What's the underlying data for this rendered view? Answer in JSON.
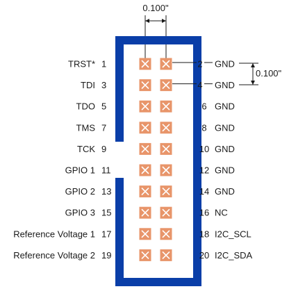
{
  "dimensions": {
    "top_pitch": "0.100\"",
    "side_pitch": "0.100\""
  },
  "left_pins": [
    {
      "name": "TRST*",
      "number": "1"
    },
    {
      "name": "TDI",
      "number": "3"
    },
    {
      "name": "TDO",
      "number": "5"
    },
    {
      "name": "TMS",
      "number": "7"
    },
    {
      "name": "TCK",
      "number": "9"
    },
    {
      "name": "GPIO 1",
      "number": "11"
    },
    {
      "name": "GPIO 2",
      "number": "13"
    },
    {
      "name": "GPIO 3",
      "number": "15"
    },
    {
      "name": "Reference Voltage 1",
      "number": "17"
    },
    {
      "name": "Reference Voltage 2",
      "number": "19"
    }
  ],
  "right_pins": [
    {
      "number": "2",
      "name": "GND"
    },
    {
      "number": "4",
      "name": "GND"
    },
    {
      "number": "6",
      "name": "GND"
    },
    {
      "number": "8",
      "name": "GND"
    },
    {
      "number": "10",
      "name": "GND"
    },
    {
      "number": "12",
      "name": "GND"
    },
    {
      "number": "14",
      "name": "GND"
    },
    {
      "number": "16",
      "name": "NC"
    },
    {
      "number": "18",
      "name": "I2C_SCL"
    },
    {
      "number": "20",
      "name": "I2C_SDA"
    }
  ],
  "colors": {
    "housing": "#0a3ea8",
    "pad": "#e8956a",
    "pad_mark": "#ffffff",
    "line": "#1a1a1a"
  }
}
